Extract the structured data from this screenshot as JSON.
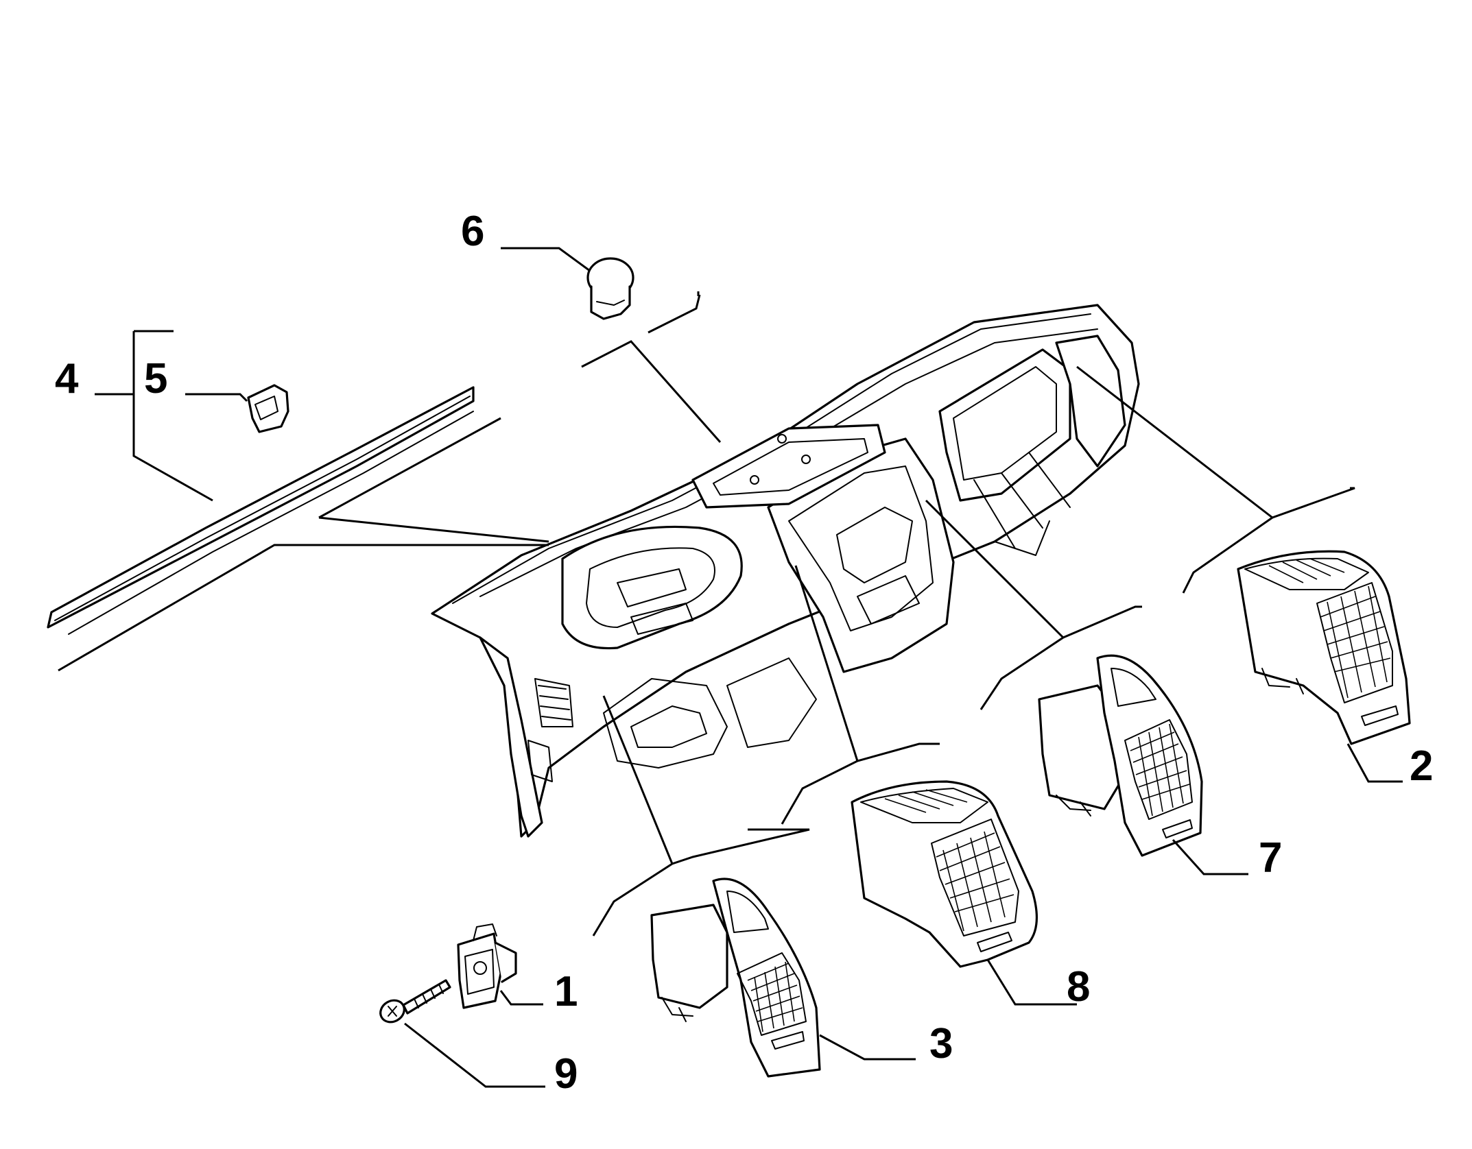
{
  "diagram": {
    "callouts": [
      {
        "id": "c1",
        "label": "1"
      },
      {
        "id": "c2",
        "label": "2"
      },
      {
        "id": "c3",
        "label": "3"
      },
      {
        "id": "c4",
        "label": "4"
      },
      {
        "id": "c5",
        "label": "5"
      },
      {
        "id": "c6",
        "label": "6"
      },
      {
        "id": "c7",
        "label": "7"
      },
      {
        "id": "c8",
        "label": "8"
      },
      {
        "id": "c9",
        "label": "9"
      }
    ],
    "colors": {
      "line": "#000000",
      "background": "#ffffff"
    }
  }
}
